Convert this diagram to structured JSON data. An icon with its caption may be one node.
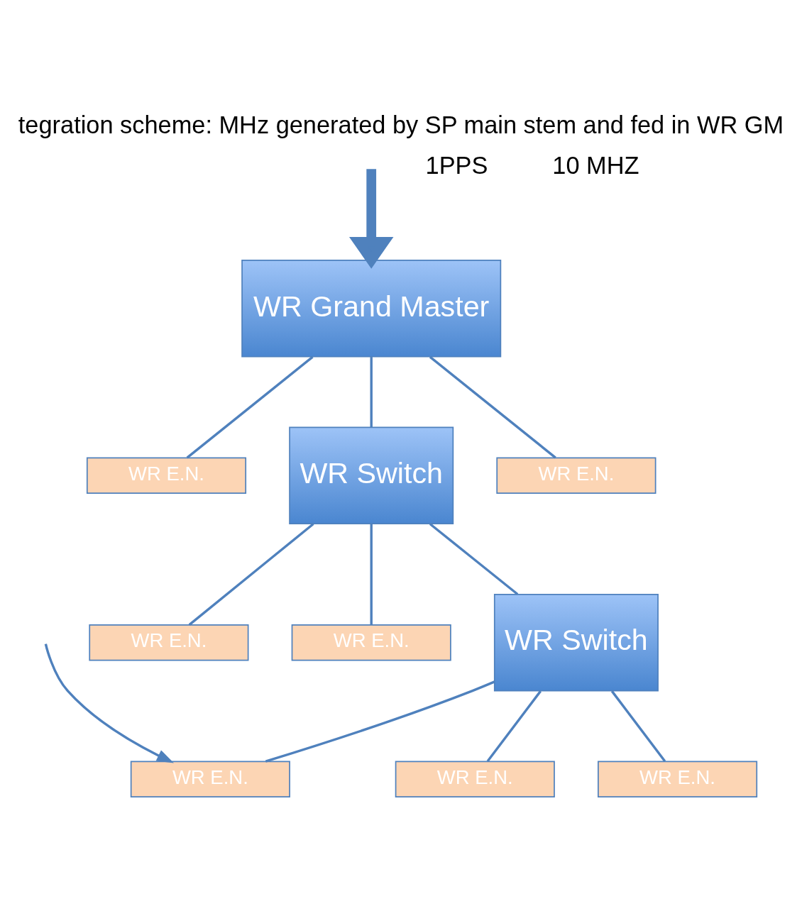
{
  "diagram": {
    "title": "tegration scheme: MHz generated by SP main stem and fed in WR GM",
    "nodes": [
      {
        "text": [
          "WR Grand Master"
        ]
      },
      {
        "text": [
          "WR E.N."
        ]
      },
      {
        "text": [
          "WR Switch"
        ]
      },
      {
        "text": [
          "WR E.N."
        ]
      },
      {
        "text": [
          "WR E.N."
        ]
      },
      {
        "text": [
          "WR E.N."
        ]
      },
      {
        "text": [
          "WR Switch"
        ]
      },
      {
        "text": [
          "WR E.N."
        ]
      },
      {
        "text": [
          "WR E.N."
        ]
      },
      {
        "text": [
          "WR E.N."
        ]
      }
    ],
    "edges": [
      {
        "from": null,
        "to": 0,
        "arrow": "to",
        "style": "thick"
      },
      {
        "from": 0,
        "to": 2,
        "arrow": "none"
      },
      {
        "from": 0,
        "to": 3,
        "arrow": "none"
      },
      {
        "from": 0,
        "to": 1,
        "arrow": "none"
      },
      {
        "from": 2,
        "to": 5,
        "arrow": "none"
      },
      {
        "from": 2,
        "to": 4,
        "arrow": "none"
      },
      {
        "from": 2,
        "to": 6,
        "arrow": "none"
      },
      {
        "from": 6,
        "to": 7,
        "arrow": "none"
      },
      {
        "from": 6,
        "to": 9,
        "arrow": "none"
      },
      {
        "from": 6,
        "to": 8,
        "arrow": "none"
      },
      {
        "from": null,
        "to": 8,
        "arrow": "to"
      }
    ],
    "labels": [
      "1PPS",
      "10 MHZ"
    ]
  }
}
